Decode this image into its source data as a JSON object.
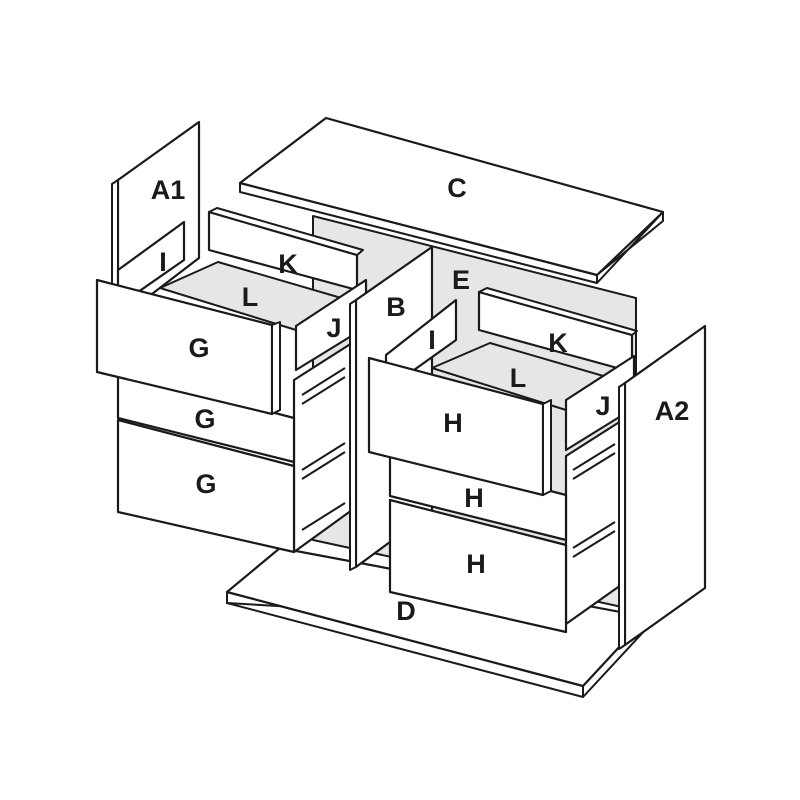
{
  "labels": {
    "A1": "A1",
    "A2": "A2",
    "B": "B",
    "C": "C",
    "D": "D",
    "E": "E",
    "G": "G",
    "H": "H",
    "I": "I",
    "J": "J",
    "K": "K",
    "L": "L"
  },
  "colors": {
    "stroke": "#1a1a1a",
    "panel": "#ffffff",
    "shade": "#e6e6e6"
  }
}
